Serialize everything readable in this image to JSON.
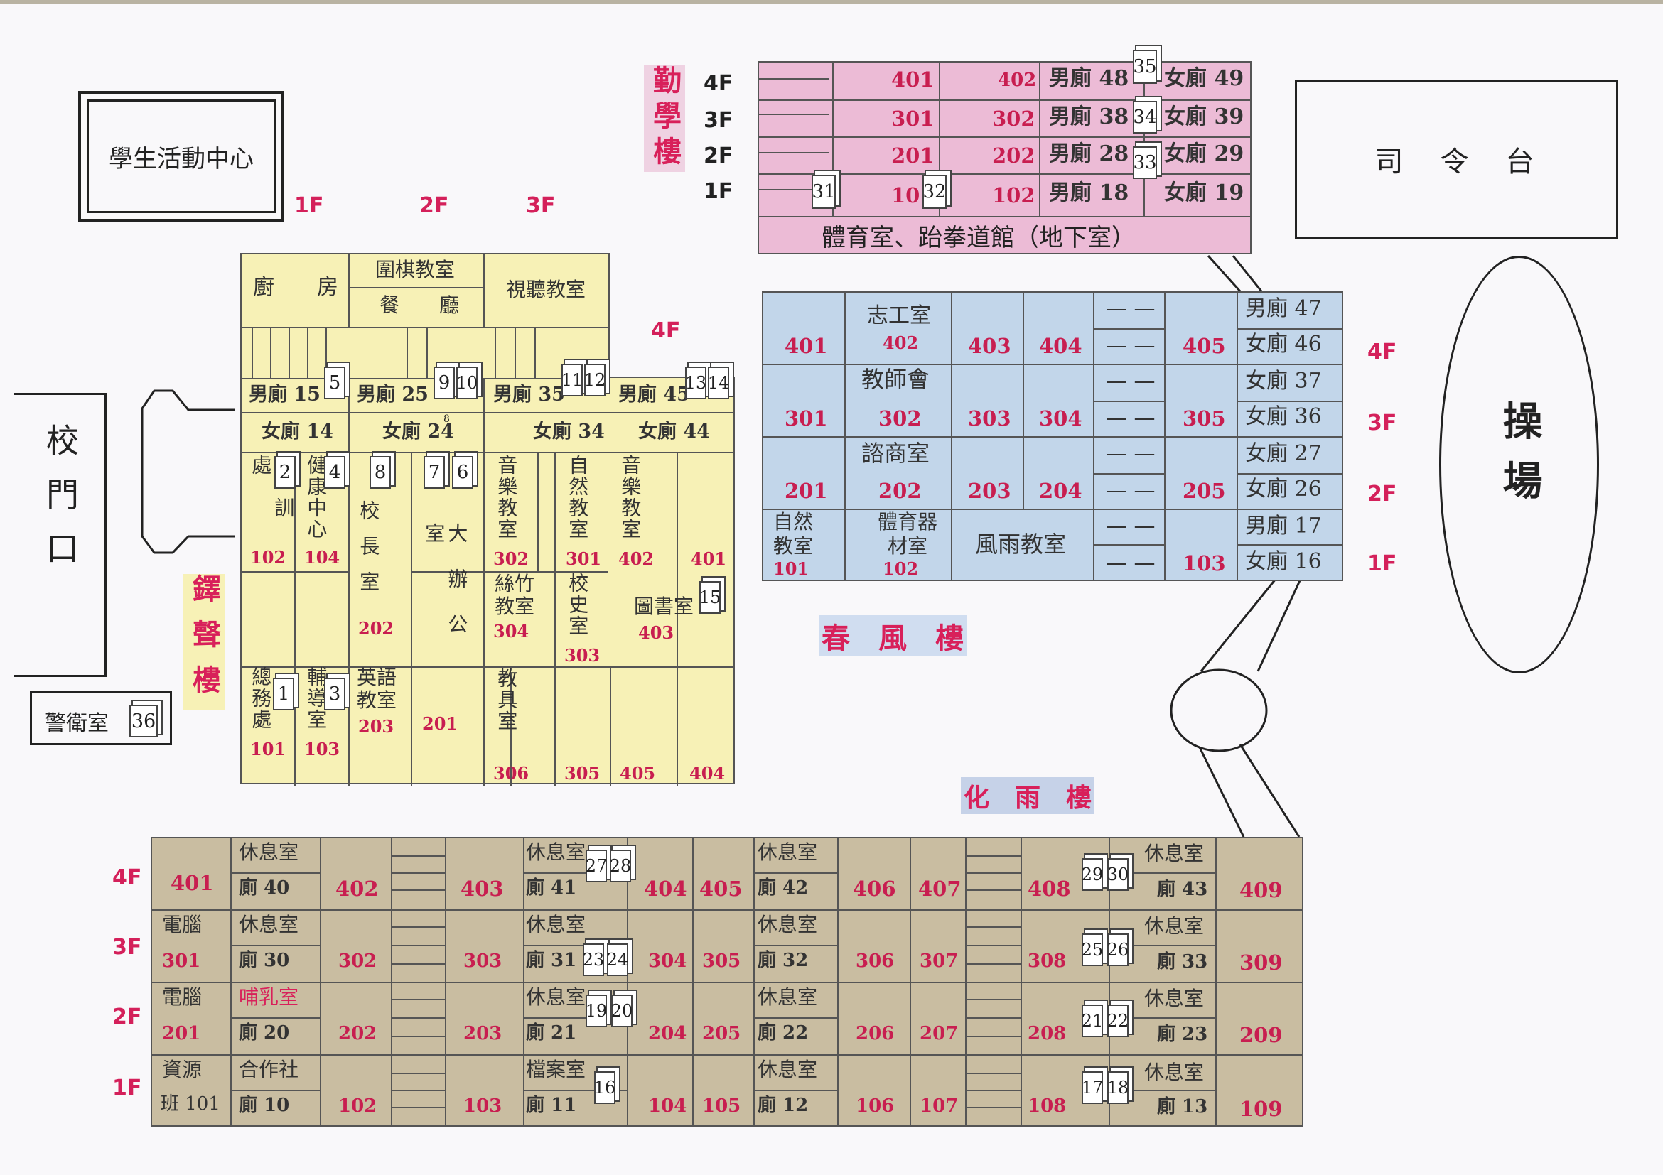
{
  "student_center": "學生活動中心",
  "gate": "校門口",
  "guard": "警衛室",
  "guard_no": "36",
  "podium": "司　令　台",
  "field": "操場",
  "north": {
    "name": "勤學樓",
    "floors": [
      "4F",
      "3F",
      "2F",
      "1F"
    ],
    "b1": "體育室、跆拳道館（地下室）",
    "rows": [
      [
        "401",
        "402",
        "男廁 48",
        "女廁 49"
      ],
      [
        "301",
        "302",
        "男廁 38",
        "女廁 39"
      ],
      [
        "201",
        "202",
        "男廁 28",
        "女廁 29"
      ],
      [
        "101",
        "102",
        "男廁 18",
        "女廁 19"
      ]
    ],
    "boxes": [
      "35",
      "34",
      "33",
      "31",
      "32"
    ]
  },
  "spring": {
    "name": "春　風　樓",
    "floors": [
      "4F",
      "3F",
      "2F",
      "1F"
    ],
    "r4": {
      "r1": "401",
      "r2name": "志工室",
      "r2": "402",
      "r3": "403",
      "r4": "404",
      "r5": "405"
    },
    "r3": {
      "r1": "301",
      "r2name": "教師會",
      "r2": "302",
      "r3": "303",
      "r4": "304",
      "r5": "305"
    },
    "r2": {
      "r1": "201",
      "r2name": "諮商室",
      "r2": "202",
      "r3": "203",
      "r4": "204",
      "r5": "205"
    },
    "r1": {
      "c1name": "自然教室",
      "c1": "101",
      "c2name": "體育器材室",
      "c2": "102",
      "c3name": "風雨教室",
      "r5": "103"
    },
    "dash": "— —",
    "wc": [
      "男廁 47",
      "女廁 46",
      "女廁 37",
      "女廁 36",
      "女廁 27",
      "女廁 26",
      "男廁 17",
      "女廁 16"
    ]
  },
  "yisheng": {
    "name": "鐸聲樓",
    "floors": [
      "1F",
      "2F",
      "3F",
      "4F"
    ],
    "kitchen": "廚　　房",
    "go": "圍棋教室",
    "dining": "餐　　廳",
    "av": "視聽教室",
    "wc_m": [
      "男廁 15",
      "男廁 25",
      "男廁 35",
      "男廁 45"
    ],
    "wc_f": [
      "女廁 14",
      "女廁 24",
      "女廁 34",
      "女廁 44"
    ],
    "small8": "8",
    "rooms": {
      "jx": "教、訓處",
      "jx_no": "102",
      "health": "健康中心",
      "health_no": "104",
      "principal": "校長室",
      "principal_no": "202",
      "office": "大辦公室",
      "office_no": "201",
      "music1": "音樂教室",
      "music1_no": "302",
      "nature": "自然教室",
      "nature_no": "301",
      "music2": "音樂教室",
      "music2_no": "402",
      "r401": "401",
      "silk": "絲竹教室",
      "silk_no": "304",
      "history": "校史室",
      "history_no": "303",
      "library": "圖書室",
      "library_no": "403",
      "general": "總務處",
      "general_no": "101",
      "counsel": "輔導室",
      "counsel_no": "103",
      "english": "英語教室",
      "english_no": "203",
      "tools": "教具室",
      "tools_no": "306",
      "r305": "305",
      "r405": "405",
      "r404": "404"
    },
    "boxes": [
      "5",
      "9",
      "10",
      "11",
      "12",
      "13",
      "14",
      "2",
      "4",
      "8",
      "7",
      "6",
      "15",
      "1",
      "3"
    ]
  },
  "huayu": {
    "name": "化　雨　樓",
    "floors": [
      "4F",
      "3F",
      "2F",
      "1F"
    ],
    "rows": [
      {
        "a": "401",
        "b1": "休息室",
        "b2": "廁 40",
        "c": "402",
        "d": "403",
        "e1": "休息室",
        "e2": "廁 41",
        "f": "404",
        "g": "405",
        "h1": "休息室",
        "h2": "廁 42",
        "i": "406",
        "j": "407",
        "k": "408",
        "l1": "休息室",
        "l2": "廁 43",
        "m": "409"
      },
      {
        "a1": "電腦",
        "a": "301",
        "b1": "休息室",
        "b2": "廁 30",
        "c": "302",
        "d": "303",
        "e1": "休息室",
        "e2": "廁 31",
        "f": "304",
        "g": "305",
        "h1": "休息室",
        "h2": "廁 32",
        "i": "306",
        "j": "307",
        "k": "308",
        "l1": "休息室",
        "l2": "廁 33",
        "m": "309"
      },
      {
        "a1": "電腦",
        "a": "201",
        "b1": "哺乳室",
        "b2": "廁 20",
        "c": "202",
        "d": "203",
        "e1": "休息室",
        "e2": "廁 21",
        "f": "204",
        "g": "205",
        "h1": "休息室",
        "h2": "廁 22",
        "i": "206",
        "j": "207",
        "k": "208",
        "l1": "休息室",
        "l2": "廁 23",
        "m": "209"
      },
      {
        "a1": "資源",
        "a": "班 101",
        "b1": "合作社",
        "b2": "廁 10",
        "c": "102",
        "d": "103",
        "e1": "檔案室",
        "e2": "廁 11",
        "f": "104",
        "g": "105",
        "h1": "休息室",
        "h2": "廁 12",
        "i": "106",
        "j": "107",
        "k": "108",
        "l1": "休息室",
        "l2": "廁 13",
        "m": "109"
      }
    ],
    "boxes": [
      "27",
      "28",
      "23",
      "24",
      "19",
      "20",
      "16",
      "29",
      "30",
      "25",
      "26",
      "21",
      "22",
      "17",
      "18"
    ]
  },
  "colors": {
    "yellow": "#f7f1b6",
    "pink": "#ecbbd6",
    "blue": "#c2d6ea",
    "olive": "#c9bda1",
    "red": "#d8205a"
  }
}
